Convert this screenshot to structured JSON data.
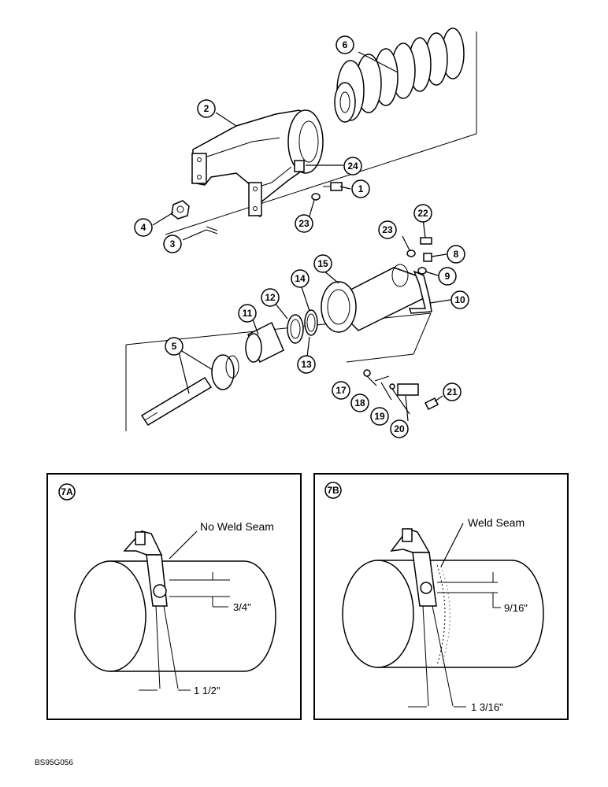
{
  "callouts": [
    {
      "label": "1"
    },
    {
      "label": "2"
    },
    {
      "label": "3"
    },
    {
      "label": "4"
    },
    {
      "label": "5"
    },
    {
      "label": "6"
    },
    {
      "label": "8"
    },
    {
      "label": "9"
    },
    {
      "label": "10"
    },
    {
      "label": "11"
    },
    {
      "label": "12"
    },
    {
      "label": "13"
    },
    {
      "label": "14"
    },
    {
      "label": "15"
    },
    {
      "label": "17"
    },
    {
      "label": "18"
    },
    {
      "label": "19"
    },
    {
      "label": "20"
    },
    {
      "label": "21"
    },
    {
      "label": "22"
    },
    {
      "label": "23"
    },
    {
      "label": "23"
    },
    {
      "label": "24"
    }
  ],
  "detail_a": {
    "tag": "7A",
    "seam_label": "No Weld Seam",
    "vertical_dim": "3/4\"",
    "horizontal_dim": "1 1/2\""
  },
  "detail_b": {
    "tag": "7B",
    "seam_label": "Weld Seam",
    "vertical_dim": "9/16\"",
    "horizontal_dim": "1 3/16\""
  },
  "figure_code": "BS95G056"
}
